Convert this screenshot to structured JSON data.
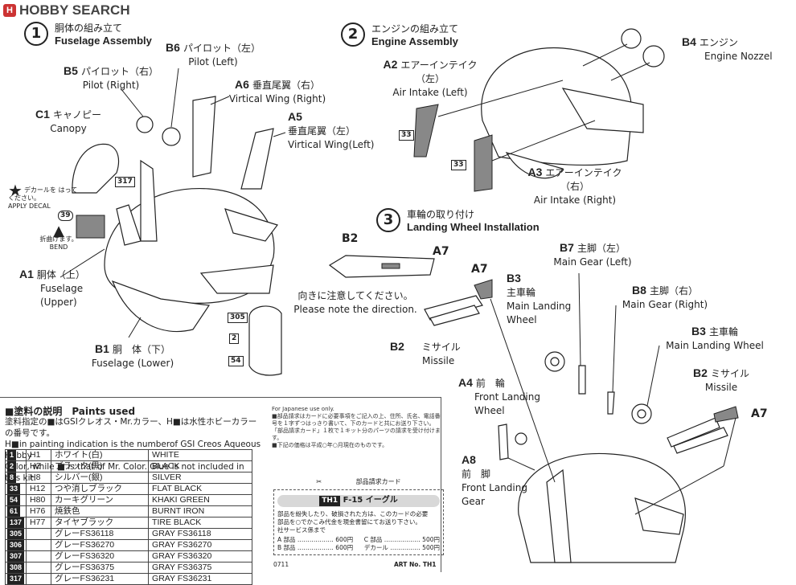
{
  "header": {
    "logo_mark": "H",
    "logo_text": "HOBBY SEARCH"
  },
  "steps": [
    {
      "num": "1",
      "ja": "胴体の組み立て",
      "en": "Fuselage Assembly"
    },
    {
      "num": "2",
      "ja": "エンジンの組み立て",
      "en": "Engine Assembly"
    },
    {
      "num": "3",
      "ja": "車輪の取り付け",
      "en": "Landing Wheel Installation"
    }
  ],
  "step1_parts": {
    "b6": {
      "code": "B6",
      "ja": "パイロット（左）",
      "en": "Pilot (Left)"
    },
    "b5": {
      "code": "B5",
      "ja": "パイロット（右）",
      "en": "Pilot (Right)"
    },
    "a6": {
      "code": "A6",
      "ja": "垂直尾翼（右）",
      "en": "Virtical Wing (Right)"
    },
    "a5": {
      "code": "A5",
      "ja": "垂直尾翼（左）",
      "en": "Virtical Wing(Left)"
    },
    "c1": {
      "code": "C1",
      "ja": "キャノピー",
      "en": "Canopy"
    },
    "a1": {
      "code": "A1",
      "ja": "胴体（上）",
      "en1": "Fuselage",
      "en2": "(Upper)"
    },
    "b1": {
      "code": "B1",
      "ja": "胴　体（下）",
      "en": "Fuselage (Lower)"
    },
    "decal_ja": "デカールを はってください。",
    "decal_en": "APPLY DECAL",
    "bend_ja": "折曲げます。",
    "bend_en": "BEND",
    "color_317": "317",
    "color_39": "39",
    "color_305": "305",
    "color_2": "2",
    "color_54": "54"
  },
  "step2_parts": {
    "b4": {
      "code": "B4",
      "ja": "エンジン",
      "en": "Engine Nozzel"
    },
    "a2": {
      "code": "A2",
      "ja": "エアーインテイク（左）",
      "en": "Air Intake (Left)"
    },
    "a3": {
      "code": "A3",
      "ja": "エアーインテイク（右）",
      "en": "Air Intake (Right)"
    },
    "color_33a": "33",
    "color_33b": "33"
  },
  "step3_parts": {
    "b2_top": "B2",
    "a7_top": "A7",
    "note_ja": "向きに注意してください。",
    "note_en": "Please note the direction.",
    "a7_left": "A7",
    "b3_left": {
      "code": "B3",
      "ja": "主車輪",
      "en1": "Main Landing",
      "en2": "Wheel"
    },
    "b2_left": {
      "code": "B2",
      "ja": "ミサイル",
      "en": "Missile"
    },
    "b7": {
      "code": "B7",
      "ja": "主脚（左）",
      "en": "Main Gear (Left)"
    },
    "b8": {
      "code": "B8",
      "ja": "主脚（右）",
      "en": "Main Gear (Right)"
    },
    "b3_right": {
      "code": "B3",
      "ja": "主車輪",
      "en": "Main Landing Wheel"
    },
    "b2_right": {
      "code": "B2",
      "ja": "ミサイル",
      "en": "Missile"
    },
    "a7_right": "A7",
    "a4": {
      "code": "A4",
      "ja": "前　輪",
      "en1": "Front Landing",
      "en2": "Wheel"
    },
    "a8": {
      "code": "A8",
      "ja": "前　脚",
      "en1": "Front Landing",
      "en2": "Gear"
    }
  },
  "paints": {
    "heading": "■塗料の説明　Paints used",
    "note1": "塗料指定の■はGSIクレオス・Mr.カラー、H■は水性ホビーカラーの番号です。",
    "note2": "H■in painting indication is the numberof GSI Creos Aqueous Hobby",
    "note3": "Color, while ■ is that of  Mr. Color. Glue is not included in this kit.",
    "rows": [
      {
        "id": "1",
        "h": "H1",
        "ja": "ホワイト(白)",
        "en": "WHITE"
      },
      {
        "id": "2",
        "h": "H2",
        "ja": "ブラック(黒)",
        "en": "BLACK"
      },
      {
        "id": "8",
        "h": "H8",
        "ja": "シルバー(銀)",
        "en": "SILVER"
      },
      {
        "id": "33",
        "h": "H12",
        "ja": "つや消しブラック",
        "en": "FLAT BLACK"
      },
      {
        "id": "54",
        "h": "H80",
        "ja": "カーキグリーン",
        "en": "KHAKI GREEN"
      },
      {
        "id": "61",
        "h": "H76",
        "ja": "焼鉄色",
        "en": "BURNT IRON"
      },
      {
        "id": "137",
        "h": "H77",
        "ja": "タイヤブラック",
        "en": "TIRE BLACK"
      },
      {
        "id": "305",
        "h": "",
        "ja": "グレーFS36118",
        "en": "GRAY FS36118"
      },
      {
        "id": "306",
        "h": "",
        "ja": "グレーFS36270",
        "en": "GRAY FS36270"
      },
      {
        "id": "307",
        "h": "",
        "ja": "グレーFS36320",
        "en": "GRAY FS36320"
      },
      {
        "id": "308",
        "h": "",
        "ja": "グレーFS36375",
        "en": "GRAY FS36375"
      },
      {
        "id": "317",
        "h": "",
        "ja": "グレーFS36231",
        "en": "GRAY FS36231"
      }
    ]
  },
  "japan_note": {
    "line1": "For Japanese use only.",
    "line2": "■部品請求はカードに必要事項をご記入の上、住所、氏名、電話番号を１字ずつはっきり書いて、下のカードと共にお送り下さい。",
    "line3": "「部品請求カード」１枚で１キット分のパーツの請求を受け付けます。",
    "line4": "■下記の価格は平成○年○月現在のものです。"
  },
  "card": {
    "caption": "部品請求カード",
    "code": "TH1",
    "title": "F-15 イーグル",
    "body1": "部品を紛失したり、破損された方は、このカードの必要",
    "body2": "部品を○でかこみ代金を現金書留にてお送り下さい。",
    "body3": "社サービス係まで",
    "p1": "A 部品 ……………… 600円",
    "p2": "C 部品 ……………… 500円",
    "p3": "B 部品 ……………… 600円",
    "p4": "デカール …………… 500円"
  },
  "footer": {
    "code": "0711",
    "art": "ART No. TH1"
  }
}
